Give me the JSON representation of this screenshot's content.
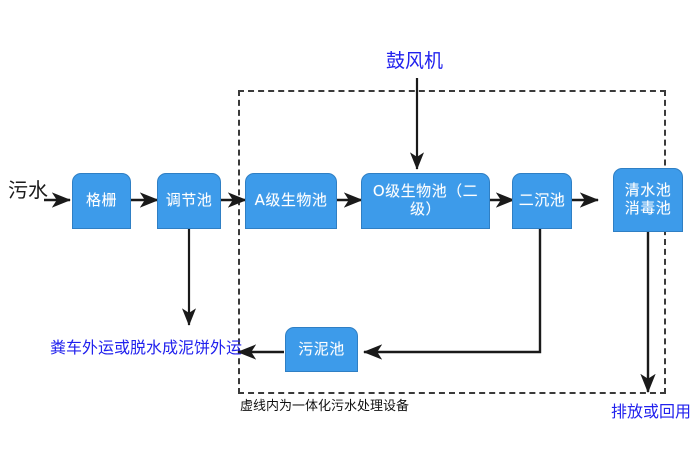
{
  "diagram": {
    "title_text_onscreen": null,
    "colors": {
      "node_fill": "#3d9bea",
      "node_stroke": "#2f7fc4",
      "node_text": "#ffffff",
      "blue_label": "#2222ee",
      "black_label": "#1a1a1a",
      "connector": "#1a1a1a",
      "dashed_border": "#3a3a3a",
      "background": "#ffffff"
    },
    "enclosure": {
      "name": "integrated-equipment-boundary",
      "caption": "虚线内为一体化污水处理设备"
    },
    "nodes": [
      {
        "id": "grid",
        "label": "格栅",
        "label2": ""
      },
      {
        "id": "regulating",
        "label": "调节池",
        "label2": ""
      },
      {
        "id": "a-stage",
        "label": "A级生物池",
        "label2": ""
      },
      {
        "id": "o-stage",
        "label": "O级生物池（二级）",
        "label2": ""
      },
      {
        "id": "secondary",
        "label": "二沉池",
        "label2": ""
      },
      {
        "id": "clearwater",
        "label": "清水池",
        "label2": "消毒池"
      },
      {
        "id": "sludge",
        "label": "污泥池",
        "label2": ""
      }
    ],
    "labels": {
      "inlet": "污水",
      "blower": "鼓风机",
      "sludge_disposal": "粪车外运或脱水成泥饼外运",
      "discharge": "排放或回用",
      "enclosure_caption": "虚线内为一体化污水处理设备"
    }
  }
}
